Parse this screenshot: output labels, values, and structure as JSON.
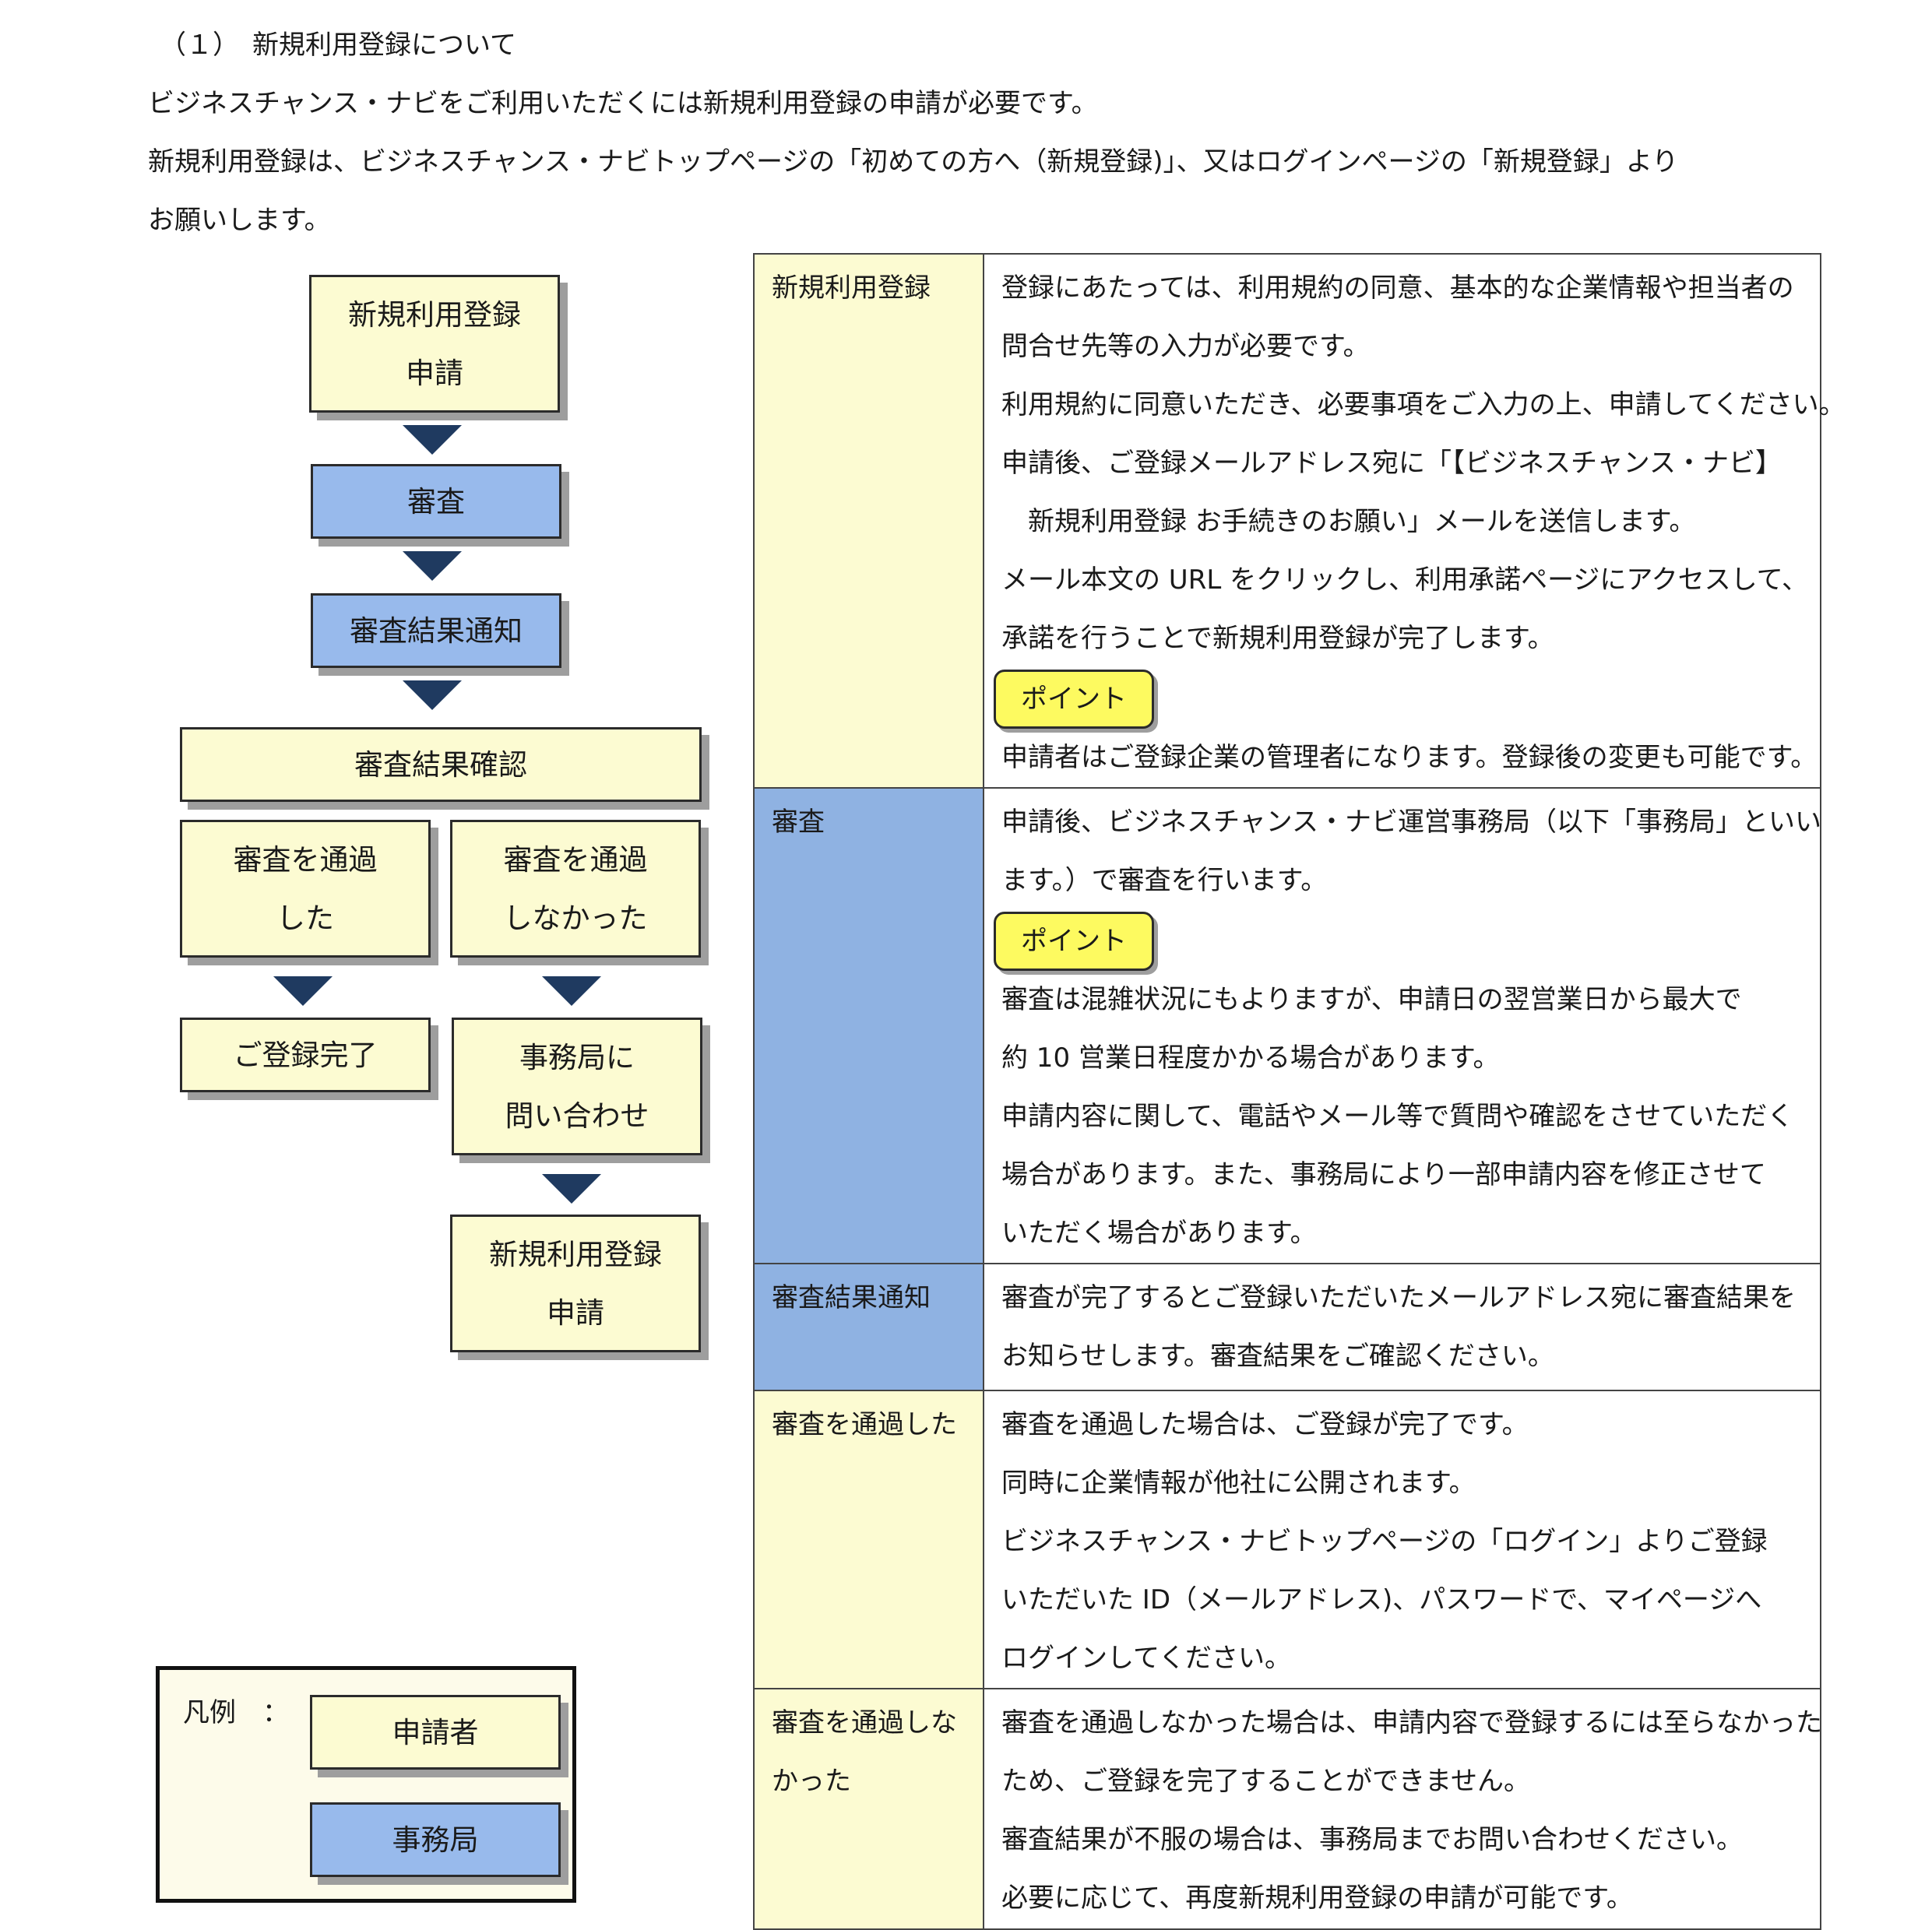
{
  "heading": "（１）　新規利用登録について",
  "intro": [
    "ビジネスチャンス・ナビをご利用いただくには新規利用登録の申請が必要です。",
    "新規利用登録は、ビジネスチャンス・ナビトップページの「初めての方へ（新規登録)」、又はログインページの「新規登録」より",
    "お願いします。"
  ],
  "flow": {
    "apply": [
      "新規利用登録",
      "申請"
    ],
    "review": "審査",
    "notice": "審査結果通知",
    "confirm": "審査結果確認",
    "passed": [
      "審査を通過",
      "した"
    ],
    "failed": [
      "審査を通過",
      "しなかった"
    ],
    "complete": "ご登録完了",
    "contact": [
      "事務局に",
      "問い合わせ"
    ],
    "reapply": [
      "新規利用登録",
      "申請"
    ]
  },
  "legend": {
    "label": "凡例　：",
    "applicant": "申請者",
    "office": "事務局"
  },
  "point_label": "ポイント",
  "table": [
    {
      "head": "新規利用登録",
      "lines_a": [
        "登録にあたっては、利用規約の同意、基本的な企業情報や担当者の",
        "問合せ先等の入力が必要です。",
        "利用規約に同意いただき、必要事項をご入力の上、申請してください。",
        "申請後、ご登録メールアドレス宛に「【ビジネスチャンス・ナビ】",
        "　新規利用登録 お手続きのお願い」メールを送信します。",
        "メール本文の URL をクリックし、利用承諾ページにアクセスして、",
        "承諾を行うことで新規利用登録が完了します。"
      ],
      "lines_b": [
        "申請者はご登録企業の管理者になります。登録後の変更も可能です。"
      ]
    },
    {
      "head": "審査",
      "lines_a": [
        "申請後、ビジネスチャンス・ナビ運営事務局（以下「事務局」といい",
        "ます。）で審査を行います。"
      ],
      "lines_b": [
        "審査は混雑状況にもよりますが、申請日の翌営業日から最大で",
        "約 10 営業日程度かかる場合があります。",
        "申請内容に関して、電話やメール等で質問や確認をさせていただく",
        "場合があります。また、事務局により一部申請内容を修正させて",
        "いただく場合があります。"
      ]
    },
    {
      "head": "審査結果通知",
      "lines_a": [
        "審査が完了するとご登録いただいたメールアドレス宛に審査結果を",
        "お知らせします。審査結果をご確認ください。"
      ]
    },
    {
      "head": "審査を通過した",
      "lines_a": [
        "審査を通過した場合は、ご登録が完了です。",
        "同時に企業情報が他社に公開されます。",
        "ビジネスチャンス・ナビトップページの「ログイン」よりご登録",
        "いただいた ID（メールアドレス)、パスワードで、マイページへ",
        "ログインしてください。"
      ]
    },
    {
      "head": "審査を通過しな|かった",
      "lines_a": [
        "審査を通過しなかった場合は、申請内容で登録するには至らなかった",
        "ため、ご登録を完了することができません。",
        "審査結果が不服の場合は、事務局までお問い合わせください。",
        "必要に応じて、再度新規利用登録の申請が可能です。"
      ]
    }
  ]
}
